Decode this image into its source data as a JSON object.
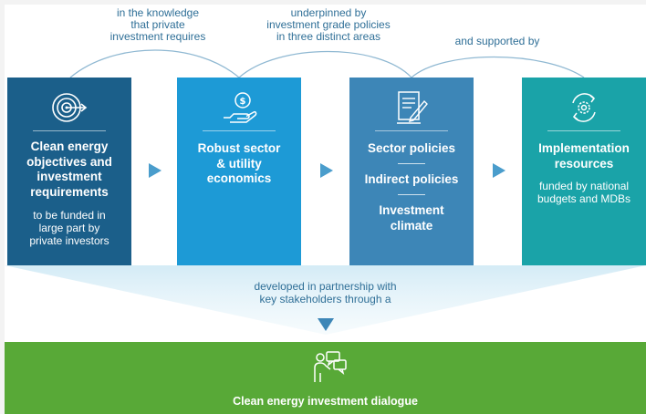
{
  "connectors": [
    {
      "label_lines": [
        "in the knowledge",
        "that private",
        "investment requires"
      ]
    },
    {
      "label_lines": [
        "underpinned by",
        "investment grade policies",
        "in three distinct areas"
      ]
    },
    {
      "label_lines": [
        "and supported by"
      ]
    }
  ],
  "boxes": [
    {
      "icon": "target-icon",
      "title_lines": [
        "Clean energy",
        "objectives and",
        "investment",
        "requirements"
      ],
      "sub_lines": [
        "to be funded in",
        "large part by",
        "private investors"
      ],
      "color": "#1b5f8a"
    },
    {
      "icon": "hand-coin-icon",
      "title_lines": [
        "Robust sector",
        "& utility",
        "economics"
      ],
      "color": "#1d9ad6"
    },
    {
      "icon": "document-pen-icon",
      "items": [
        {
          "lines": [
            "Sector policies"
          ]
        },
        {
          "lines": [
            "Indirect policies"
          ]
        },
        {
          "lines": [
            "Investment",
            "climate"
          ]
        }
      ],
      "color": "#3d86b7"
    },
    {
      "icon": "gear-cycle-icon",
      "title_lines": [
        "Implementation",
        "resources"
      ],
      "sub_lines": [
        "funded by national",
        "budgets and MDBs"
      ],
      "color": "#1aa3a8"
    }
  ],
  "partnership_lines": [
    "developed in partnership with",
    "key stakeholders through a"
  ],
  "dialogue": {
    "icon": "presenter-chat-icon",
    "label": "Clean energy investment dialogue",
    "color": "#58a937"
  }
}
